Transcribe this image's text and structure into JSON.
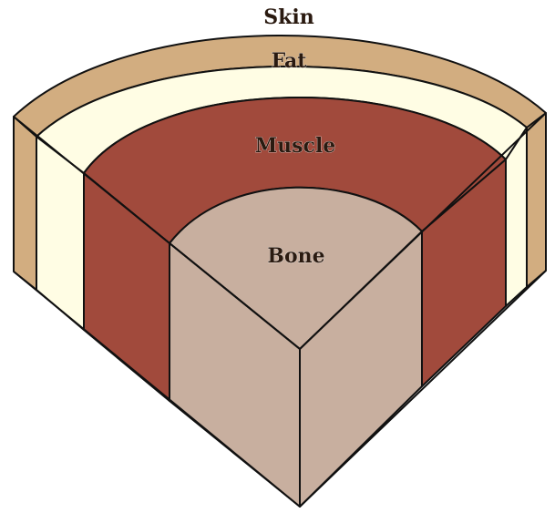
{
  "layers": {
    "skin": {
      "label": "Skin",
      "color": "#D2AD80"
    },
    "fat": {
      "label": "Fat",
      "color": "#FFFDE4"
    },
    "muscle": {
      "label": "Muscle",
      "color": "#A14A3C"
    },
    "bone": {
      "label": "Bone",
      "color": "#C8AF9F"
    }
  },
  "colors": {
    "outline": "#111111",
    "label_dark": "#2A1A10",
    "label_shadow": "#FFFFFF"
  }
}
